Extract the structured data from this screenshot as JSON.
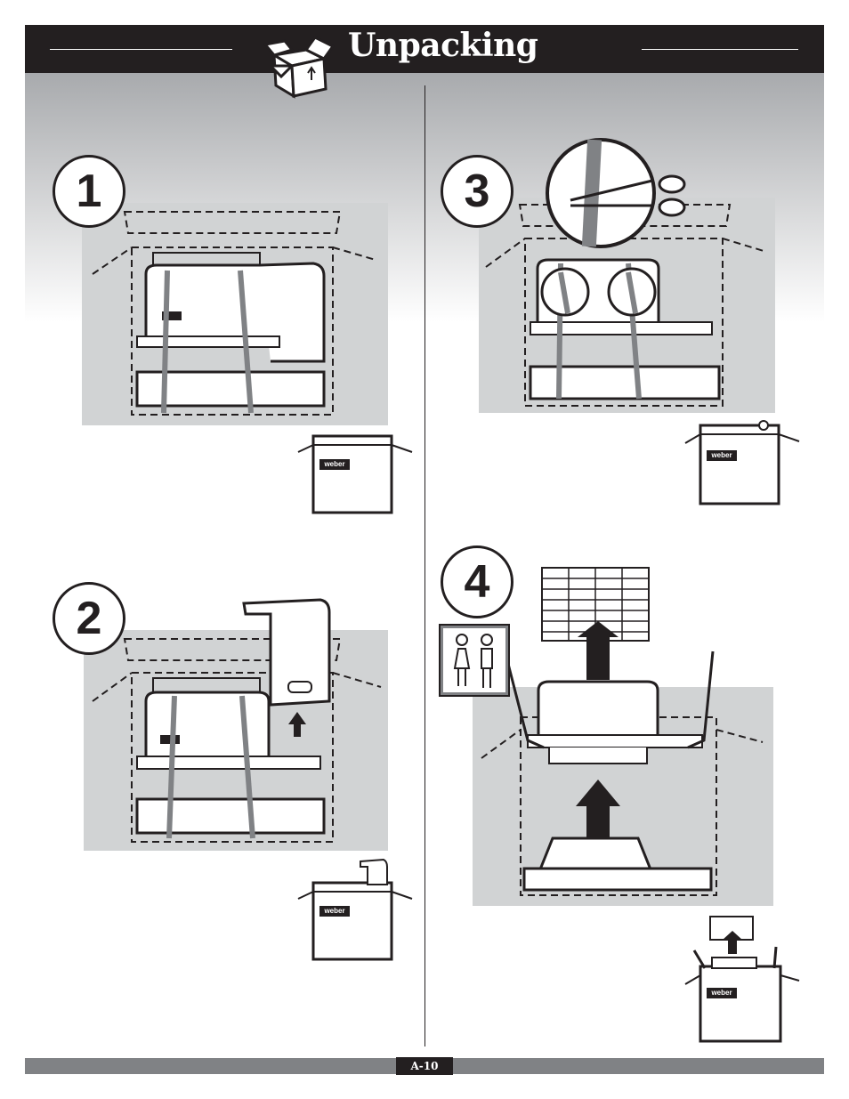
{
  "header": {
    "title": "Unpacking",
    "icon": "open-box-icon"
  },
  "steps": [
    {
      "number": "1"
    },
    {
      "number": "2"
    },
    {
      "number": "3"
    },
    {
      "number": "4"
    }
  ],
  "carton_brand": "weber",
  "footer": {
    "page_number": "A-10"
  },
  "colors": {
    "header_bg": "#231f20",
    "panel_gray": "#d1d3d4",
    "footer_gray": "#808285"
  }
}
